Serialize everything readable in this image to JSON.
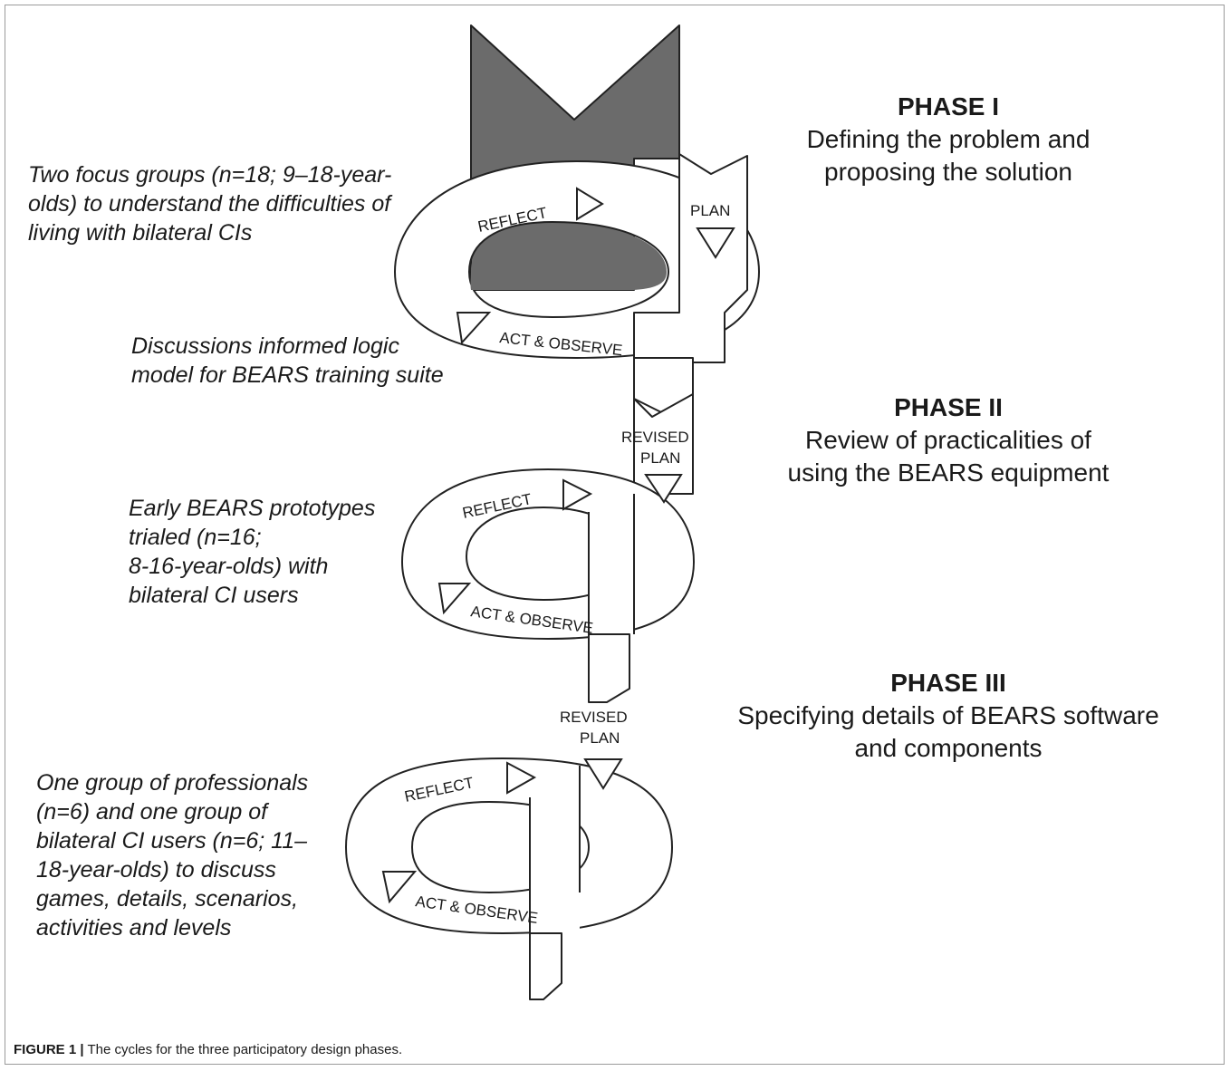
{
  "figure": {
    "caption_label": "FIGURE 1 |",
    "caption_text": " The cycles for the three participatory design phases."
  },
  "cycles": [
    {
      "reflect": "REFLECT",
      "plan": "PLAN",
      "plan_line2": "",
      "act": "ACT & OBSERVE"
    },
    {
      "reflect": "REFLECT",
      "plan": "REVISED",
      "plan_line2": "PLAN",
      "act": "ACT & OBSERVE"
    },
    {
      "reflect": "REFLECT",
      "plan": "REVISED",
      "plan_line2": "PLAN",
      "act": "ACT & OBSERVE"
    }
  ],
  "phases": [
    {
      "title": "PHASE I",
      "description": "Defining the problem and\nproposing the solution"
    },
    {
      "title": "PHASE II",
      "description": "Review of practicalities of\nusing the BEARS equipment"
    },
    {
      "title": "PHASE III",
      "description": "Specifying details of BEARS software\nand components"
    }
  ],
  "notes": {
    "phase1_activity": "Two focus groups (n=18; 9–18-year-\nolds) to understand the difficulties of\nliving with bilateral CIs",
    "phase1_outcome": "Discussions informed logic\nmodel for BEARS training suite",
    "phase2_activity": "Early BEARS prototypes\ntrialed (n=16;\n8-16-year-olds) with\nbilateral CI users",
    "phase3_activity": "One group of professionals\n(n=6) and one group of\nbilateral CI users (n=6; 11–\n18-year-olds) to discuss\ngames, details, scenarios,\nactivities and levels"
  },
  "colors": {
    "dark_fill": "#6b6b6b",
    "stroke": "#222222"
  }
}
